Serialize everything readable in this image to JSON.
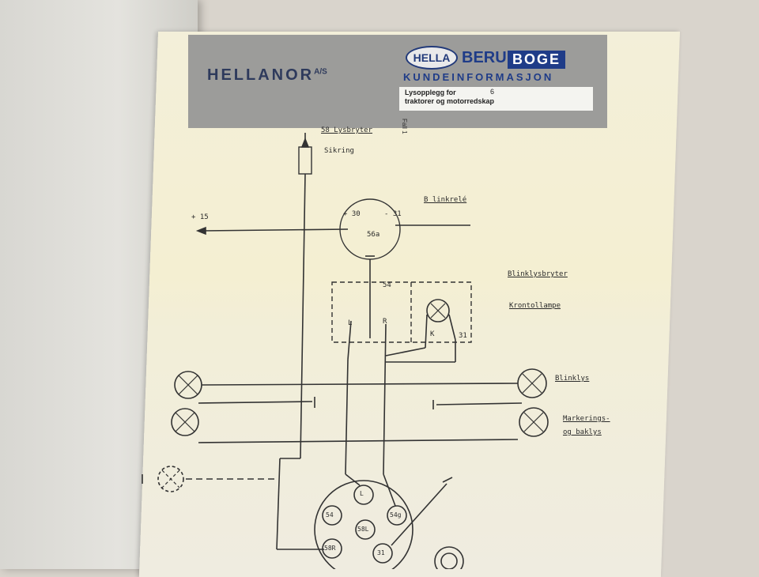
{
  "header": {
    "company": "HELLANOR",
    "company_suffix": "A/S",
    "brands": {
      "hella": "HELLA",
      "beru": "BERU",
      "boge": "BOGE"
    },
    "title": "KUNDEINFORMASJON",
    "subject_line1": "Lysopplegg for",
    "subject_line2": "traktorer og motorredskap",
    "subject_mark": "6",
    "side_text": "Fall 1"
  },
  "diagram": {
    "labels": {
      "lysbryter": "58 Lysbryter",
      "sikring": "Sikring",
      "blinkrele": "B linkrelé",
      "plus15": "+ 15",
      "t30": "+ 30",
      "t31": "- 31",
      "t56a": "56a",
      "t54": "54",
      "blinklysbryter": "Blinklysbryter",
      "krontollampe": "Krontollampe",
      "k": "K",
      "t31b": "31",
      "l": "L",
      "r": "R",
      "blinklys": "Blinklys",
      "markerings": "Markerings-",
      "baklys": "og baklys"
    },
    "socket_pins": [
      "L",
      "54",
      "58L",
      "54g",
      "58R",
      "31"
    ]
  },
  "colors": {
    "brand_blue": "#1f3c88",
    "header_gray": "#9c9c9a",
    "paper": "#f3efd9"
  }
}
